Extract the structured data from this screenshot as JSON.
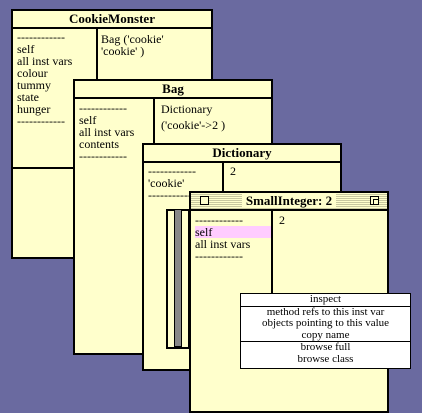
{
  "windows": {
    "cookie_monster": {
      "title": "CookieMonster",
      "fields": [
        "------------",
        "self",
        "all inst vars",
        "colour",
        "tummy",
        "state",
        "hunger",
        "------------"
      ],
      "value": [
        "Bag ('cookie'",
        "'cookie' )"
      ]
    },
    "bag": {
      "title": "Bag",
      "fields": [
        "------------",
        "self",
        "all inst vars",
        "contents",
        "------------"
      ],
      "value": [
        "Dictionary",
        "('cookie'->2 )"
      ]
    },
    "dictionary": {
      "title": "Dictionary",
      "fields": [
        "------------",
        "'cookie'",
        "------------"
      ],
      "value": [
        "2"
      ]
    },
    "small_integer": {
      "title": "SmallInteger: 2",
      "fields": [
        "------------",
        "self",
        "all inst vars",
        "------------"
      ],
      "value": [
        "2"
      ]
    }
  },
  "menu": {
    "items": [
      "inspect",
      "method refs to this inst var",
      "objects pointing to this value",
      "copy name",
      "browse full",
      "browse class"
    ]
  }
}
